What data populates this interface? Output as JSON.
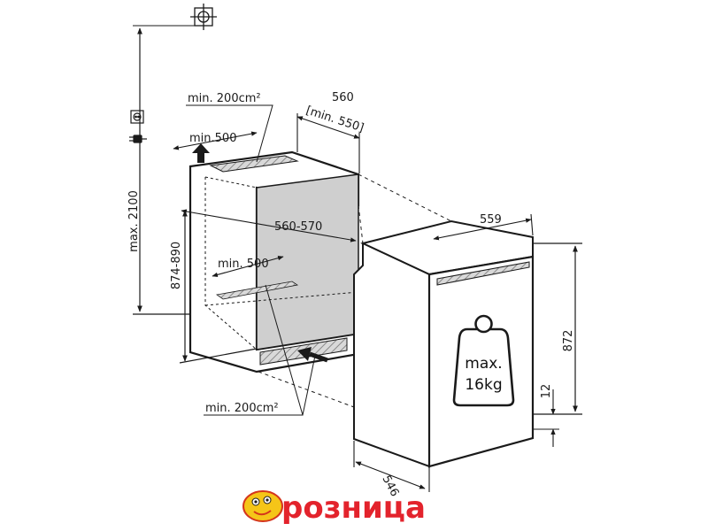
{
  "labels": {
    "vent_top": "min. 200cm²",
    "depth_top": "min.500",
    "width_outer": "560",
    "width_outer_min": "[min. 550]",
    "width_inner": "560-570",
    "depth_inner": "min. 500",
    "niche_height": "874-890",
    "max_height": "max. 2100",
    "vent_bottom": "min. 200cm²",
    "appliance_width": "559",
    "appliance_height": "872",
    "plinth": "12",
    "appliance_depth": "546",
    "weight_line1": "max.",
    "weight_line2": "16kg"
  },
  "brand": {
    "text": "розница",
    "color": "#e3232c"
  },
  "icons": {
    "top_symbol": "plumb-target-icon",
    "socket": "power-socket-icon",
    "plug": "power-plug-icon",
    "weight": "weight-icon"
  }
}
